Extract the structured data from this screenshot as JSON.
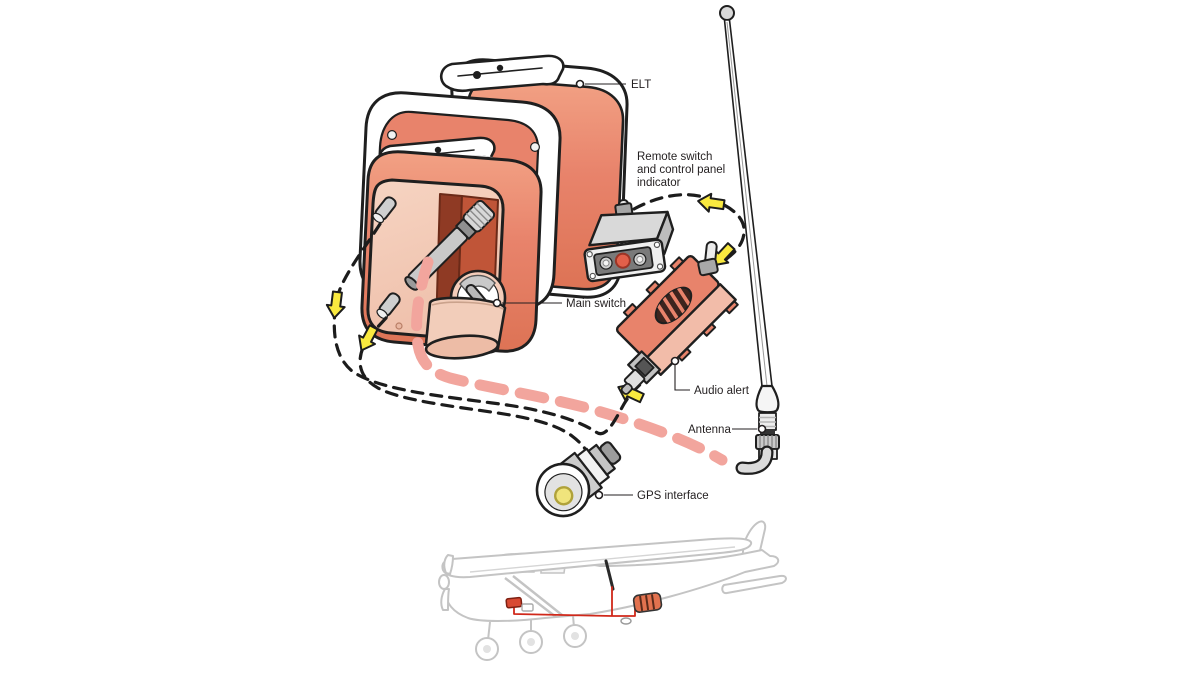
{
  "labels": {
    "elt": "ELT",
    "remote_switch": [
      "Remote switch",
      "and control panel",
      "indicator"
    ],
    "main_switch": "Main switch",
    "audio_alert": "Audio alert",
    "antenna": "Antenna",
    "gps_interface": "GPS interface"
  },
  "icons": {
    "flow_arrow": "yellow directional arrow"
  },
  "colors": {
    "elt_body": "#e8836b",
    "elt_body_light": "#f4cdba",
    "elt_recess_dark": "#8f3a24",
    "elt_recess": "#c05538",
    "wire": "#1c1c1c",
    "coax": "#f2a59d",
    "arrow": "#f9e93f",
    "indicator_red": "#e2604a",
    "aircraft_outline": "#c4c4c4",
    "aircraft_wiring": "#d0281a",
    "label_text": "#231f20"
  }
}
